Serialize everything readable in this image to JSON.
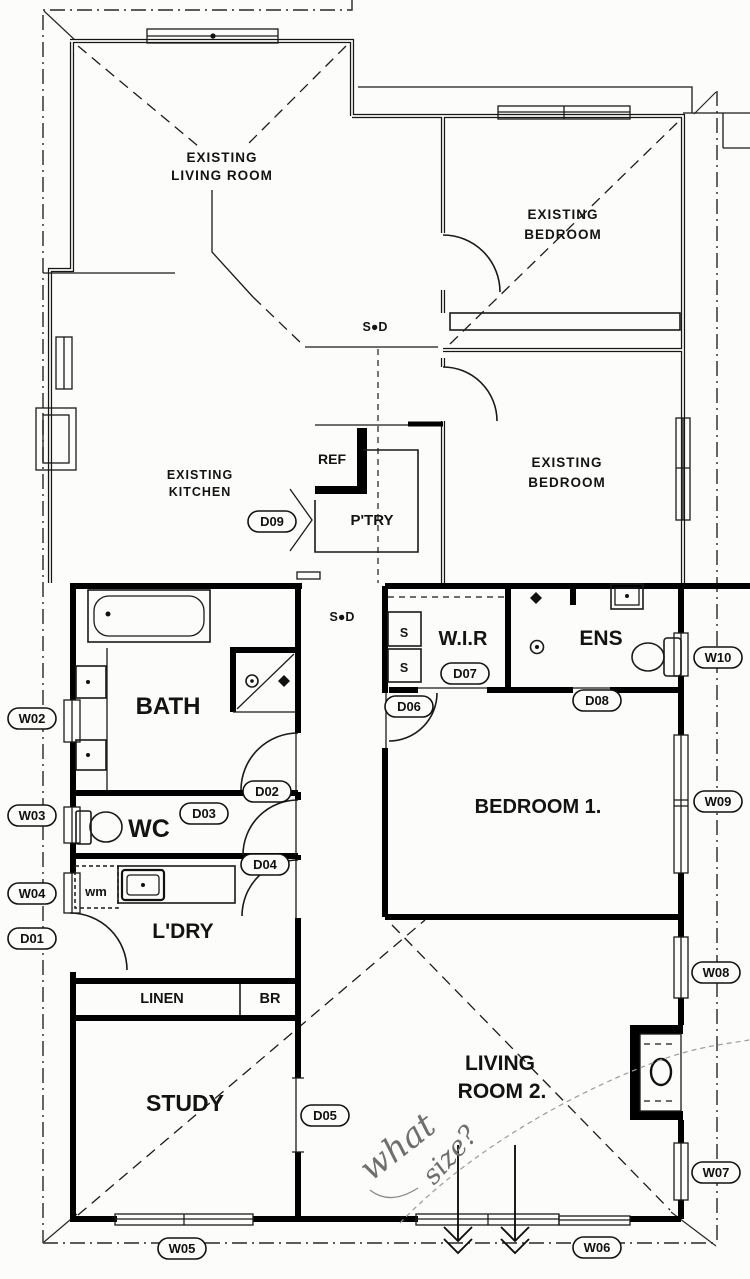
{
  "rooms": {
    "existing_living": {
      "line1": "EXISTING",
      "line2": "LIVING ROOM"
    },
    "existing_bedroom_top": {
      "line1": "EXISTING",
      "line2": "BEDROOM"
    },
    "existing_kitchen": {
      "line1": "EXISTING",
      "line2": "KITCHEN"
    },
    "existing_bedroom_mid": {
      "line1": "EXISTING",
      "line2": "BEDROOM"
    },
    "pantry": "P'TRY",
    "fridge": "REF",
    "wir": "W.I.R",
    "ens": "ENS",
    "bath": "BATH",
    "wc": "WC",
    "laundry": "L'DRY",
    "linen": "LINEN",
    "broom": "BR",
    "study": "STUDY",
    "bedroom1": "BEDROOM 1.",
    "living2": {
      "line1": "LIVING",
      "line2": "ROOM 2."
    }
  },
  "tags": {
    "d01": "D01",
    "d02": "D02",
    "d03": "D03",
    "d04": "D04",
    "d05": "D05",
    "d06": "D06",
    "d07": "D07",
    "d08": "D08",
    "d09": "D09",
    "w02": "W02",
    "w03": "W03",
    "w04": "W04",
    "w05": "W05",
    "w06": "W06",
    "w07": "W07",
    "w08": "W08",
    "w09": "W09",
    "w10": "W10"
  },
  "symbols": {
    "smoke_detector_top": "S●D",
    "smoke_detector_hall": "S●D",
    "washing_machine": "wm",
    "shelf_upper": "S",
    "shelf_lower": "S"
  },
  "annotations": {
    "handwritten_word1": "what",
    "handwritten_word2": "size?"
  },
  "colors": {
    "paper": "#fcfcfa",
    "ink": "#141414",
    "pencil": "#9b9b9b"
  }
}
